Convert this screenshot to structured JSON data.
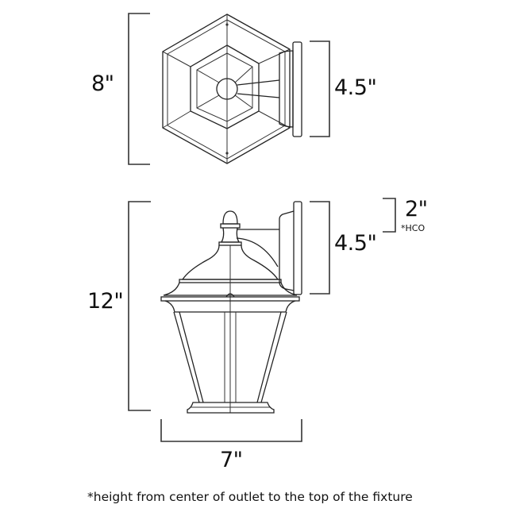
{
  "title": "Outdoor wall lantern dimension drawing",
  "top_view": {
    "height_label": "8\"",
    "backplate_label": "4.5\""
  },
  "side_view": {
    "height_label": "12\"",
    "backplate_label": "4.5\"",
    "hco_label": "2\"",
    "hco_suffix": "*HCO",
    "width_label": "7\""
  },
  "footnote": "*height from center of outlet to the top of the fixture"
}
